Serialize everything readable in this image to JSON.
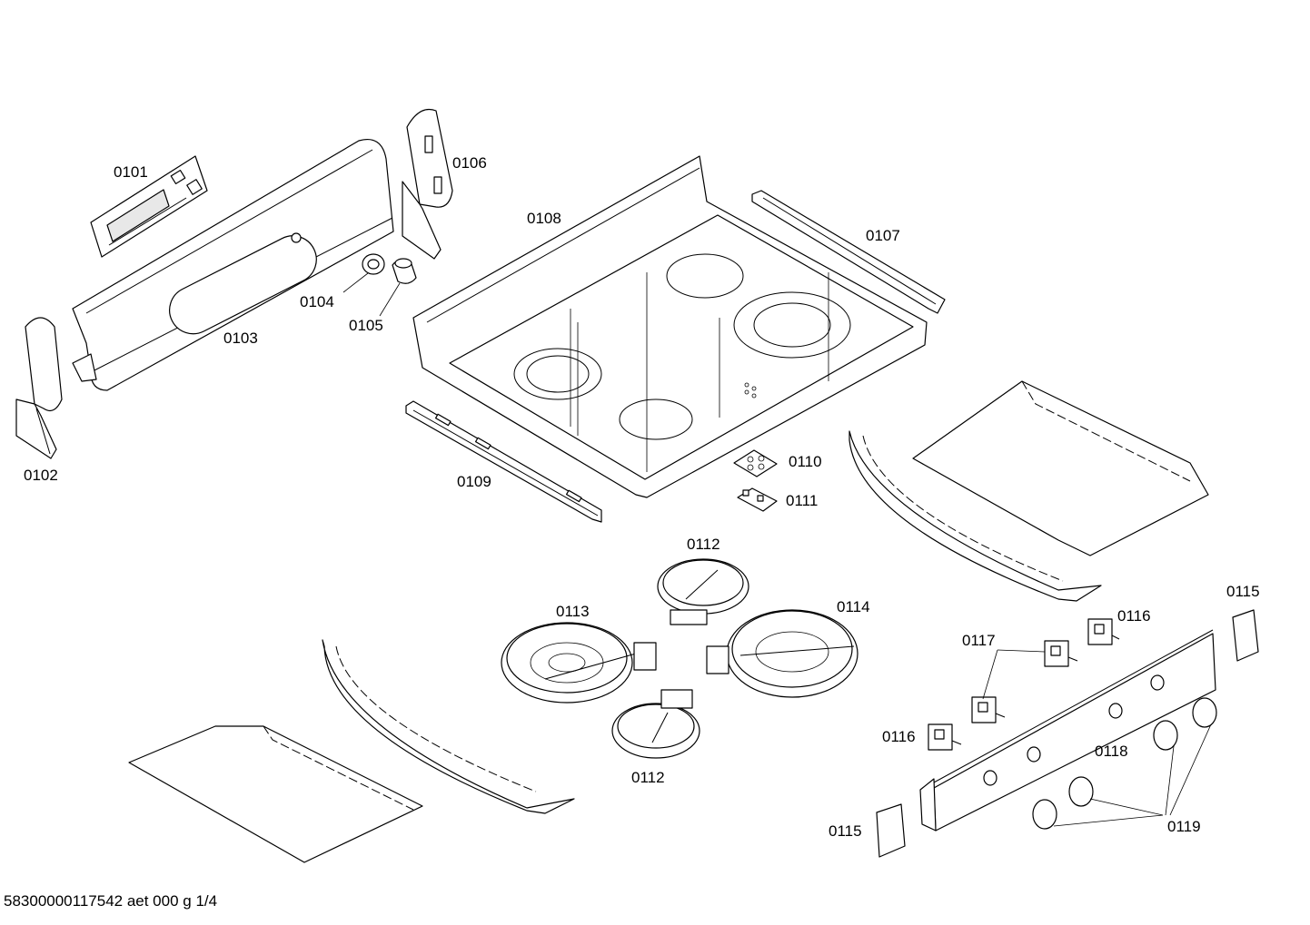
{
  "parts": [
    {
      "id": "0101"
    },
    {
      "id": "0102"
    },
    {
      "id": "0103"
    },
    {
      "id": "0104"
    },
    {
      "id": "0105"
    },
    {
      "id": "0106"
    },
    {
      "id": "0107"
    },
    {
      "id": "0108"
    },
    {
      "id": "0109"
    },
    {
      "id": "0110"
    },
    {
      "id": "0111"
    },
    {
      "id": "0112"
    },
    {
      "id": "0112"
    },
    {
      "id": "0113"
    },
    {
      "id": "0114"
    },
    {
      "id": "0115"
    },
    {
      "id": "0115"
    },
    {
      "id": "0116"
    },
    {
      "id": "0116"
    },
    {
      "id": "0117"
    },
    {
      "id": "0118"
    },
    {
      "id": "0119"
    }
  ],
  "footer": "58300000117542 aet 000 g 1/4"
}
